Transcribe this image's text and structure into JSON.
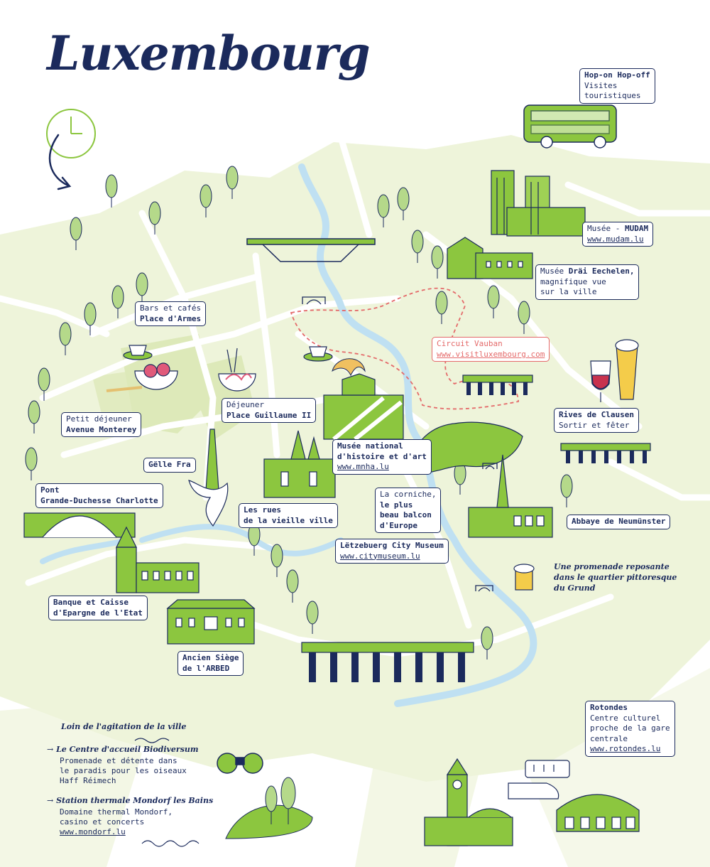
{
  "title": "Luxembourg",
  "colors": {
    "navy": "#1b2a5c",
    "green": "#8cc63f",
    "light_green": "#eaf2d3",
    "river": "#bfe0f2",
    "red_route": "#e46a6a"
  },
  "labels": {
    "hop_on": {
      "line1": "Hop-on Hop-off",
      "line2": "Visites",
      "line3": "touristiques"
    },
    "mudam": {
      "line1_a": "Musée - ",
      "line1_b": "MUDAM",
      "url": "www.mudam.lu"
    },
    "drai": {
      "line1_a": "Musée ",
      "line1_b": "Dräi Eechelen,",
      "line2": "magnifique vue",
      "line3": "sur la ville"
    },
    "bars": {
      "line1": "Bars et cafés",
      "line2": "Place d'Armes"
    },
    "vauban": {
      "line1": "Circuit Vauban",
      "url": "www.visitluxembourg.com"
    },
    "clausen": {
      "line1": "Rives de Clausen",
      "line2": "Sortir et fêter"
    },
    "petit": {
      "line1": "Petit déjeuner",
      "line2": "Avenue Monterey"
    },
    "dejeuner": {
      "line1": "Déjeuner",
      "line2": "Place Guillaume II"
    },
    "mnha": {
      "line1": "Musée national",
      "line2": "d'histoire et d'art",
      "url": "www.mnha.lu"
    },
    "gelle": {
      "line1": "Gëlle Fra"
    },
    "pont": {
      "line1": "Pont",
      "line2": "Grande-Duchesse Charlotte"
    },
    "rues": {
      "line1": "Les rues",
      "line2": "de la vieille ville"
    },
    "corniche": {
      "line1": "La corniche,",
      "line2": "le plus",
      "line3": "beau balcon",
      "line4": "d'Europe"
    },
    "neumunster": {
      "line1": "Abbaye de Neumünster"
    },
    "citymuseum": {
      "line1": "Lëtzebuerg City Museum",
      "url": "www.citymuseum.lu"
    },
    "grund": {
      "line1": "Une promenade reposante",
      "line2": "dans le quartier pittoresque",
      "line3": "du Grund"
    },
    "banque": {
      "line1": "Banque et Caisse",
      "line2": "d'Epargne de l'Etat"
    },
    "arbed": {
      "line1": "Ancien Siège",
      "line2": "de l'ARBED"
    },
    "rotondes": {
      "line1": "Rotondes",
      "line2": "Centre culturel",
      "line3": "proche de la gare",
      "line4": "centrale",
      "url": "www.rotondes.lu"
    }
  },
  "loin": {
    "heading": "Loin de l'agitation de la ville",
    "arrow": "→",
    "biodiversum": {
      "title": "Le Centre d'accueil Biodiversum",
      "line1": "Promenade et détente dans",
      "line2": "le paradis pour les oiseaux",
      "line3": "Haff Réimech"
    },
    "mondorf": {
      "title": "Station thermale Mondorf les Bains",
      "line1": "Domaine thermal Mondorf,",
      "line2": "casino et concerts",
      "url": "www.mondorf.lu"
    }
  }
}
